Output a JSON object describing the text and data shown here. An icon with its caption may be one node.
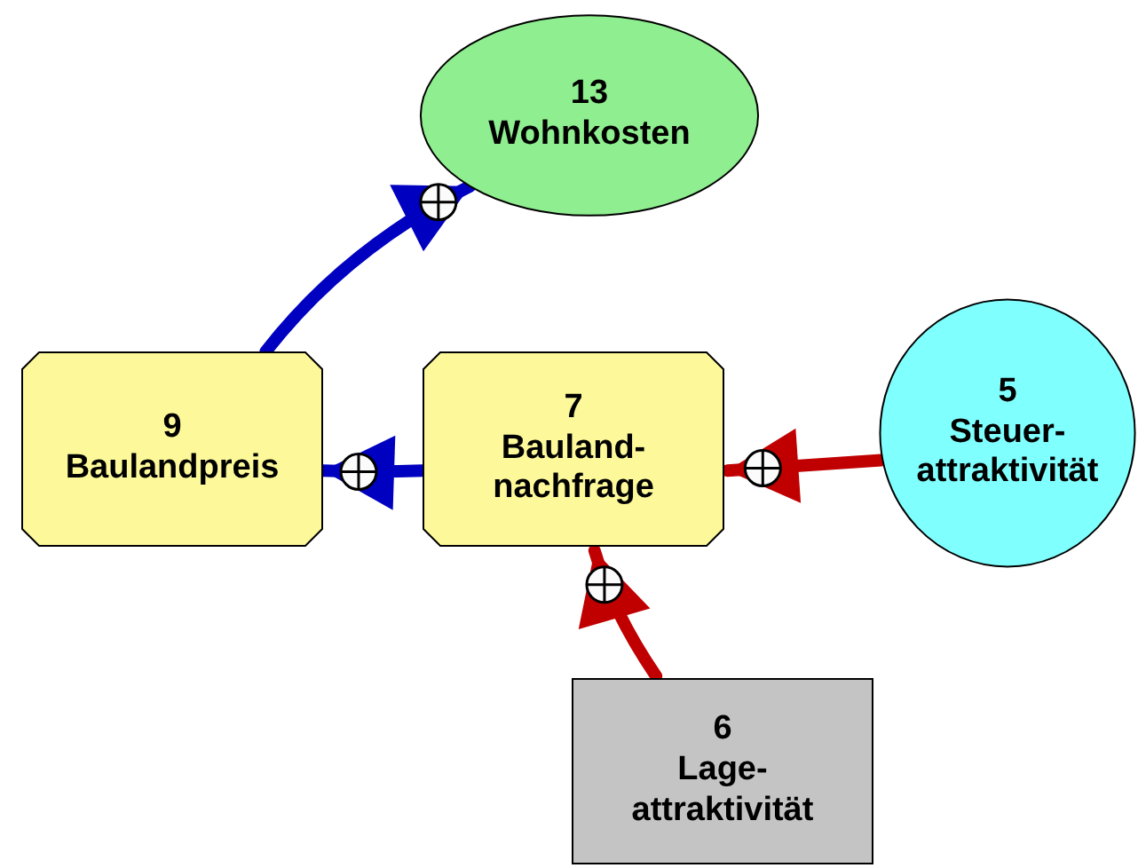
{
  "diagram": {
    "nodes": [
      {
        "text": [
          "13",
          "Wohnkosten"
        ]
      },
      {
        "text": [
          "9",
          "Baulandpreis"
        ]
      },
      {
        "text": [
          "7",
          "Bauland- nachfrage"
        ]
      },
      {
        "text": [
          "5",
          "Steuer- attraktivität"
        ]
      },
      {
        "text": [
          "6",
          "Lage- attraktivität"
        ]
      }
    ],
    "edges": [
      {
        "from": 1,
        "to": 0,
        "arrow": "to",
        "color": "#0000c0"
      },
      {
        "from": 2,
        "to": 1,
        "arrow": "to",
        "color": "#0000c0"
      },
      {
        "from": 3,
        "to": 2,
        "arrow": "to",
        "color": "#c00000"
      },
      {
        "from": 4,
        "to": 2,
        "arrow": "to",
        "color": "#c00000"
      }
    ]
  }
}
